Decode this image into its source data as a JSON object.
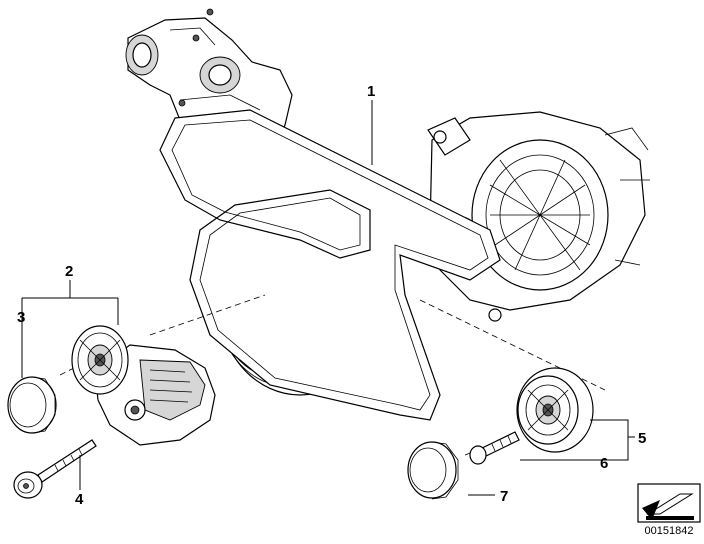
{
  "callouts": [
    {
      "id": "1",
      "label": "1"
    },
    {
      "id": "2",
      "label": "2"
    },
    {
      "id": "3",
      "label": "3"
    },
    {
      "id": "4",
      "label": "4"
    },
    {
      "id": "5",
      "label": "5"
    },
    {
      "id": "6",
      "label": "6"
    },
    {
      "id": "7",
      "label": "7"
    }
  ],
  "document_number": "00151842",
  "icons": {
    "corner": "arrow-view-icon"
  }
}
